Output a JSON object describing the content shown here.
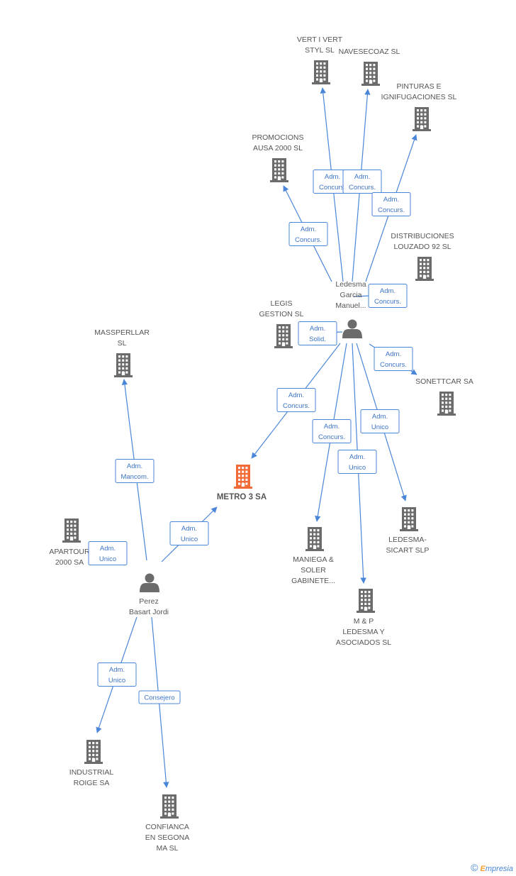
{
  "colors": {
    "edge": "#4a86d8",
    "node": "#6b6b6b",
    "highlight": "#f26a36",
    "label": "#555555",
    "badge_text": "#3d74c4"
  },
  "nodes": [
    {
      "id": "metro3",
      "type": "company",
      "highlight": true,
      "lines": [
        "METRO 3 SA"
      ]
    },
    {
      "id": "perez",
      "type": "person",
      "lines": [
        "Perez",
        "Basart Jordi"
      ]
    },
    {
      "id": "ledesma",
      "type": "person",
      "lines": [
        "Ledesma",
        "Garcia",
        "Manuel..."
      ]
    },
    {
      "id": "vertivert",
      "type": "company",
      "lines": [
        "VERT I VERT",
        "STYL SL"
      ]
    },
    {
      "id": "navesecoaz",
      "type": "company",
      "lines": [
        "NAVESECOAZ SL"
      ]
    },
    {
      "id": "pinturas",
      "type": "company",
      "lines": [
        "PINTURAS E",
        "IGNIFUGACIONES SL"
      ]
    },
    {
      "id": "promocions",
      "type": "company",
      "lines": [
        "PROMOCIONS",
        "AUSA 2000  SL"
      ]
    },
    {
      "id": "distribuciones",
      "type": "company",
      "lines": [
        "DISTRIBUCIONES",
        "LOUZADO 92 SL"
      ]
    },
    {
      "id": "legis",
      "type": "company",
      "lines": [
        "LEGIS",
        "GESTION SL"
      ]
    },
    {
      "id": "sonettcar",
      "type": "company",
      "lines": [
        "SONETTCAR SA"
      ]
    },
    {
      "id": "massperllar",
      "type": "company",
      "lines": [
        "MASSPERLLAR",
        "SL"
      ]
    },
    {
      "id": "apartour",
      "type": "company",
      "lines": [
        "APARTOUR",
        "2000 SA"
      ]
    },
    {
      "id": "maniega",
      "type": "company",
      "lines": [
        "MANIEGA &",
        "SOLER",
        "GABINETE..."
      ]
    },
    {
      "id": "mp",
      "type": "company",
      "lines": [
        "M & P",
        "LEDESMA Y",
        "ASOCIADOS SL"
      ]
    },
    {
      "id": "ledesmasicart",
      "type": "company",
      "lines": [
        "LEDESMA-",
        "SICART  SLP"
      ]
    },
    {
      "id": "industrial",
      "type": "company",
      "lines": [
        "INDUSTRIAL",
        "ROIGE SA"
      ]
    },
    {
      "id": "confianca",
      "type": "company",
      "lines": [
        "CONFIANCA",
        "EN SEGONA",
        "MA SL"
      ]
    }
  ],
  "edges": [
    {
      "from": "ledesma",
      "to": "vertivert",
      "badge": [
        "Adm.",
        "Concurs."
      ]
    },
    {
      "from": "ledesma",
      "to": "navesecoaz",
      "badge": [
        "Adm.",
        "Concurs."
      ]
    },
    {
      "from": "ledesma",
      "to": "pinturas",
      "badge": [
        "Adm.",
        "Concurs."
      ]
    },
    {
      "from": "ledesma",
      "to": "promocions",
      "badge": [
        "Adm.",
        "Concurs."
      ]
    },
    {
      "from": "ledesma",
      "to": "distribuciones",
      "badge": [
        "Adm.",
        "Concurs."
      ]
    },
    {
      "from": "ledesma",
      "to": "legis",
      "badge": [
        "Adm.",
        "Solid."
      ]
    },
    {
      "from": "ledesma",
      "to": "sonettcar",
      "badge": [
        "Adm.",
        "Concurs."
      ]
    },
    {
      "from": "ledesma",
      "to": "metro3",
      "badge": [
        "Adm.",
        "Concurs."
      ]
    },
    {
      "from": "ledesma",
      "to": "maniega",
      "badge": [
        "Adm.",
        "Concurs."
      ]
    },
    {
      "from": "ledesma",
      "to": "mp",
      "badge": [
        "Adm.",
        "Unico"
      ]
    },
    {
      "from": "ledesma",
      "to": "ledesmasicart",
      "badge": [
        "Adm.",
        "Unico"
      ]
    },
    {
      "from": "perez",
      "to": "massperllar",
      "badge": [
        "Adm.",
        "Mancom."
      ]
    },
    {
      "from": "perez",
      "to": "apartour",
      "badge": [
        "Adm.",
        "Unico"
      ]
    },
    {
      "from": "perez",
      "to": "metro3",
      "badge": [
        "Adm.",
        "Unico"
      ]
    },
    {
      "from": "perez",
      "to": "industrial",
      "badge": [
        "Adm.",
        "Unico"
      ]
    },
    {
      "from": "perez",
      "to": "confianca",
      "badge": [
        "Consejero"
      ]
    }
  ],
  "footer": {
    "copyright": "©",
    "brand_first": "E",
    "brand_rest": "mpresia"
  }
}
